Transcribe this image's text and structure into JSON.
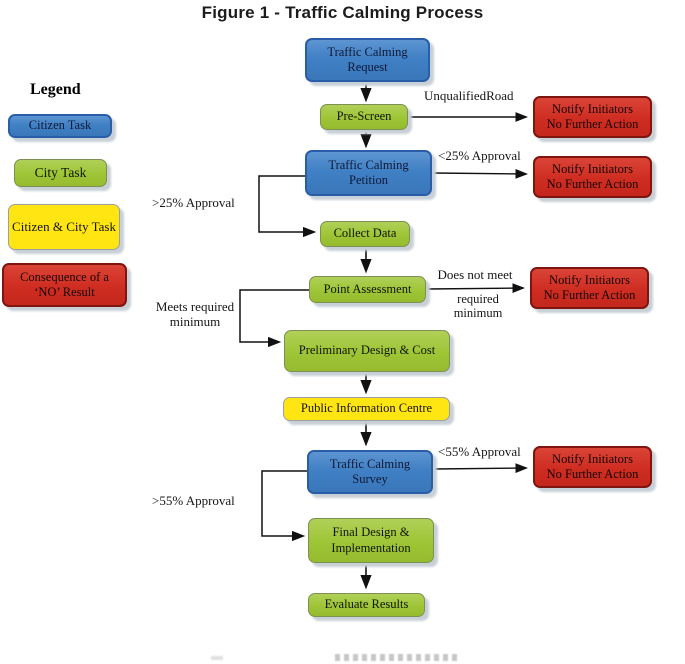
{
  "title": "Figure 1 - Traffic Calming Process",
  "colors": {
    "citizen_task_blue": "#4080C4",
    "city_task_green": "#9EC536",
    "citizen_city_yellow": "#FFE512",
    "no_result_red": "#CF2D21",
    "shadow_gray": "#C7D0D7"
  },
  "legend": {
    "heading": "Legend",
    "items": [
      {
        "label": "Citizen Task",
        "color": "#4080C4"
      },
      {
        "label": "City Task",
        "color": "#9EC536"
      },
      {
        "label": "Citizen & City Task",
        "color": "#FFE512"
      },
      {
        "label": "Consequence of a ‘NO’ Result",
        "color": "#CF2D21"
      }
    ]
  },
  "nodes": {
    "request": {
      "label": "Traffic Calming Request",
      "type": "citizen"
    },
    "pre_screen": {
      "label": "Pre-Screen",
      "type": "city"
    },
    "petition": {
      "label": "Traffic Calming Petition",
      "type": "citizen"
    },
    "collect_data": {
      "label": "Collect Data",
      "type": "city"
    },
    "point_assessment": {
      "label": "Point Assessment",
      "type": "city"
    },
    "preliminary_design": {
      "label": "Preliminary Design & Cost",
      "type": "city"
    },
    "public_info_centre": {
      "label": "Public Information Centre",
      "type": "citizen-city"
    },
    "survey": {
      "label": "Traffic Calming Survey",
      "type": "citizen"
    },
    "final_design": {
      "label": "Final Design & Implementation",
      "type": "city"
    },
    "evaluate": {
      "label": "Evaluate Results",
      "type": "city"
    }
  },
  "consequence": {
    "line1": "Notify Initiators",
    "line2": "No Further Action"
  },
  "edge_labels": {
    "unqualified_road": "UnqualifiedRoad",
    "lt25": "<25% Approval",
    "gt25": ">25% Approval",
    "does_not_meet": "Does not meet",
    "does_not_meet_cont": "required minimum",
    "meets_required": "Meets required minimum",
    "lt55": "<55% Approval",
    "gt55": ">55% Approval"
  }
}
